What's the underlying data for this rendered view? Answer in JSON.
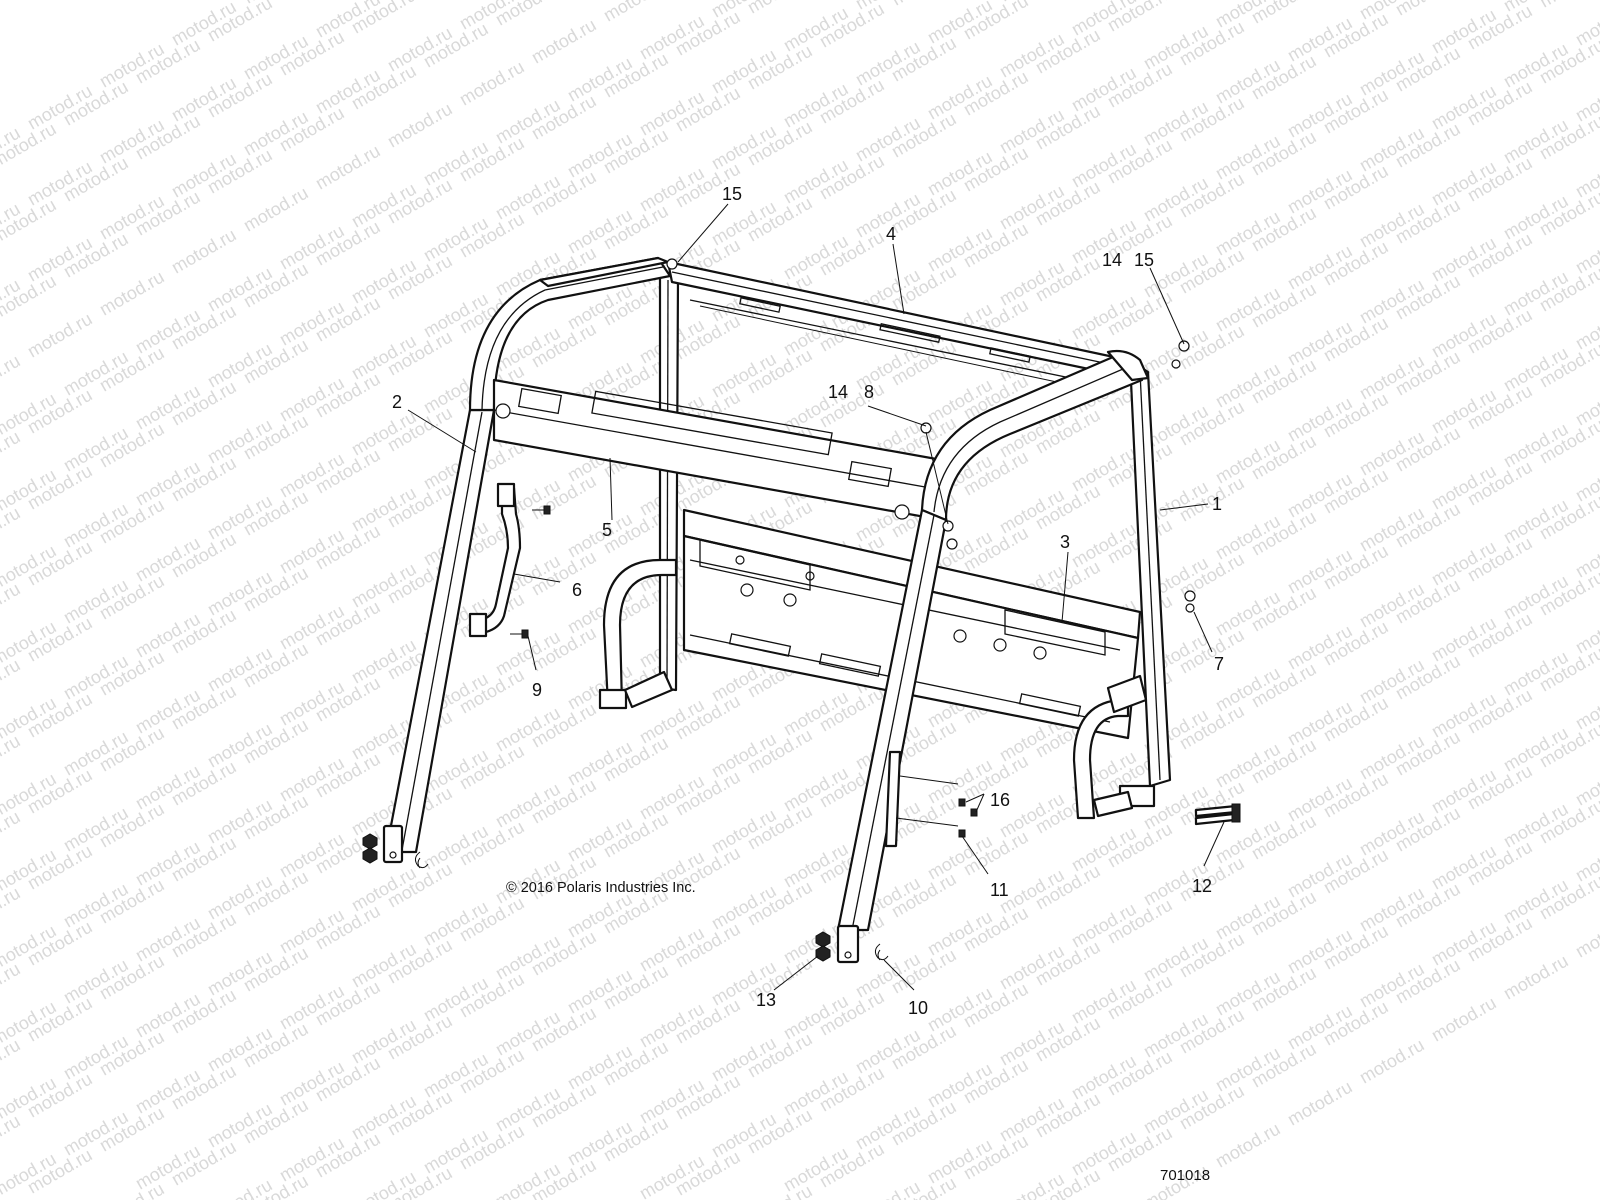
{
  "watermark": {
    "text": "motod.ru"
  },
  "callouts": [
    {
      "id": "c15a",
      "label": "15"
    },
    {
      "id": "c4",
      "label": "4"
    },
    {
      "id": "c14a",
      "label": "14"
    },
    {
      "id": "c15b",
      "label": "15"
    },
    {
      "id": "c2",
      "label": "2"
    },
    {
      "id": "c14b",
      "label": "14"
    },
    {
      "id": "c8",
      "label": "8"
    },
    {
      "id": "c1",
      "label": "1"
    },
    {
      "id": "c5",
      "label": "5"
    },
    {
      "id": "c3",
      "label": "3"
    },
    {
      "id": "c6",
      "label": "6"
    },
    {
      "id": "c7",
      "label": "7"
    },
    {
      "id": "c9",
      "label": "9"
    },
    {
      "id": "c16",
      "label": "16"
    },
    {
      "id": "c11",
      "label": "11"
    },
    {
      "id": "c12",
      "label": "12"
    },
    {
      "id": "c13",
      "label": "13"
    },
    {
      "id": "c10",
      "label": "10"
    }
  ],
  "copyright": "© 2016 Polaris Industries Inc.",
  "drawing_number": "701018"
}
